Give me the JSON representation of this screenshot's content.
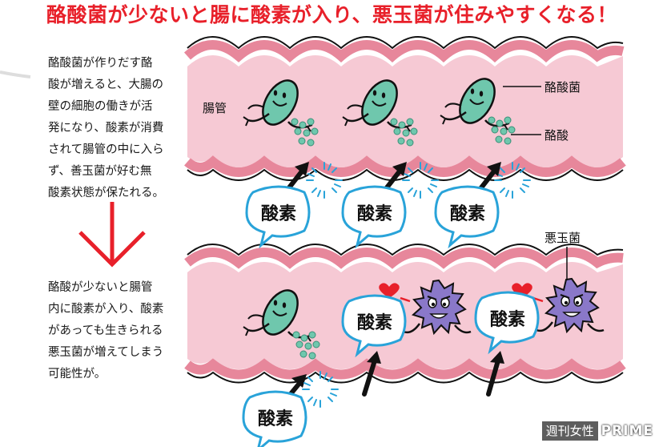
{
  "title": "酪酸菌が少ないと腸に酸素が入り、悪玉菌が住みやすくなる！",
  "explanation_top": [
    "酪酸菌が作りだす酪",
    "酸が増えると、大腸の",
    "壁の細胞の働きが活",
    "発になり、酸素が消費",
    "されて腸管の中に入ら",
    "ず、善玉菌が好む無",
    "酸素状態が保たれる。"
  ],
  "explanation_bottom": [
    "酪酸が少ないと腸管",
    "内に酸素が入り、酸素",
    "があっても生きられる",
    "悪玉菌が増えてしまう",
    "可能性が。"
  ],
  "labels": {
    "intestine": "腸管",
    "butyric_bacteria": "酪酸菌",
    "butyric_acid": "酪酸",
    "bad_bacteria": "悪玉菌",
    "oxygen": "酸素"
  },
  "watermark": {
    "left": "週刊女性",
    "right": "PRIME"
  },
  "colors": {
    "title": "#e8202a",
    "intestine_fill": "#f6c9d4",
    "intestine_wall": "#e7879b",
    "good_bacteria": "#6fc7ad",
    "bad_bacteria": "#8a78c9",
    "bubble_border": "#29a3d9",
    "arrow_down": "#e8202a",
    "heart": "#e8202a"
  }
}
